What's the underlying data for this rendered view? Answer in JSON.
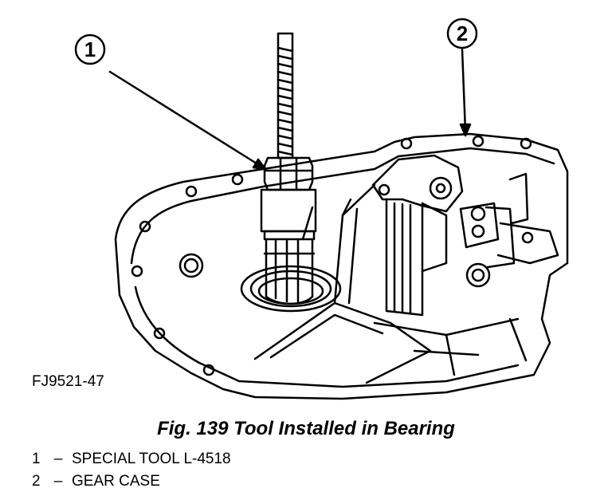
{
  "figure": {
    "id_label": "FJ9521-47",
    "caption": "Fig. 139 Tool Installed in Bearing"
  },
  "callouts": [
    {
      "number": "1",
      "label": "SPECIAL TOOL L-4518"
    },
    {
      "number": "2",
      "label": "GEAR CASE"
    }
  ],
  "legend_separator": "–"
}
